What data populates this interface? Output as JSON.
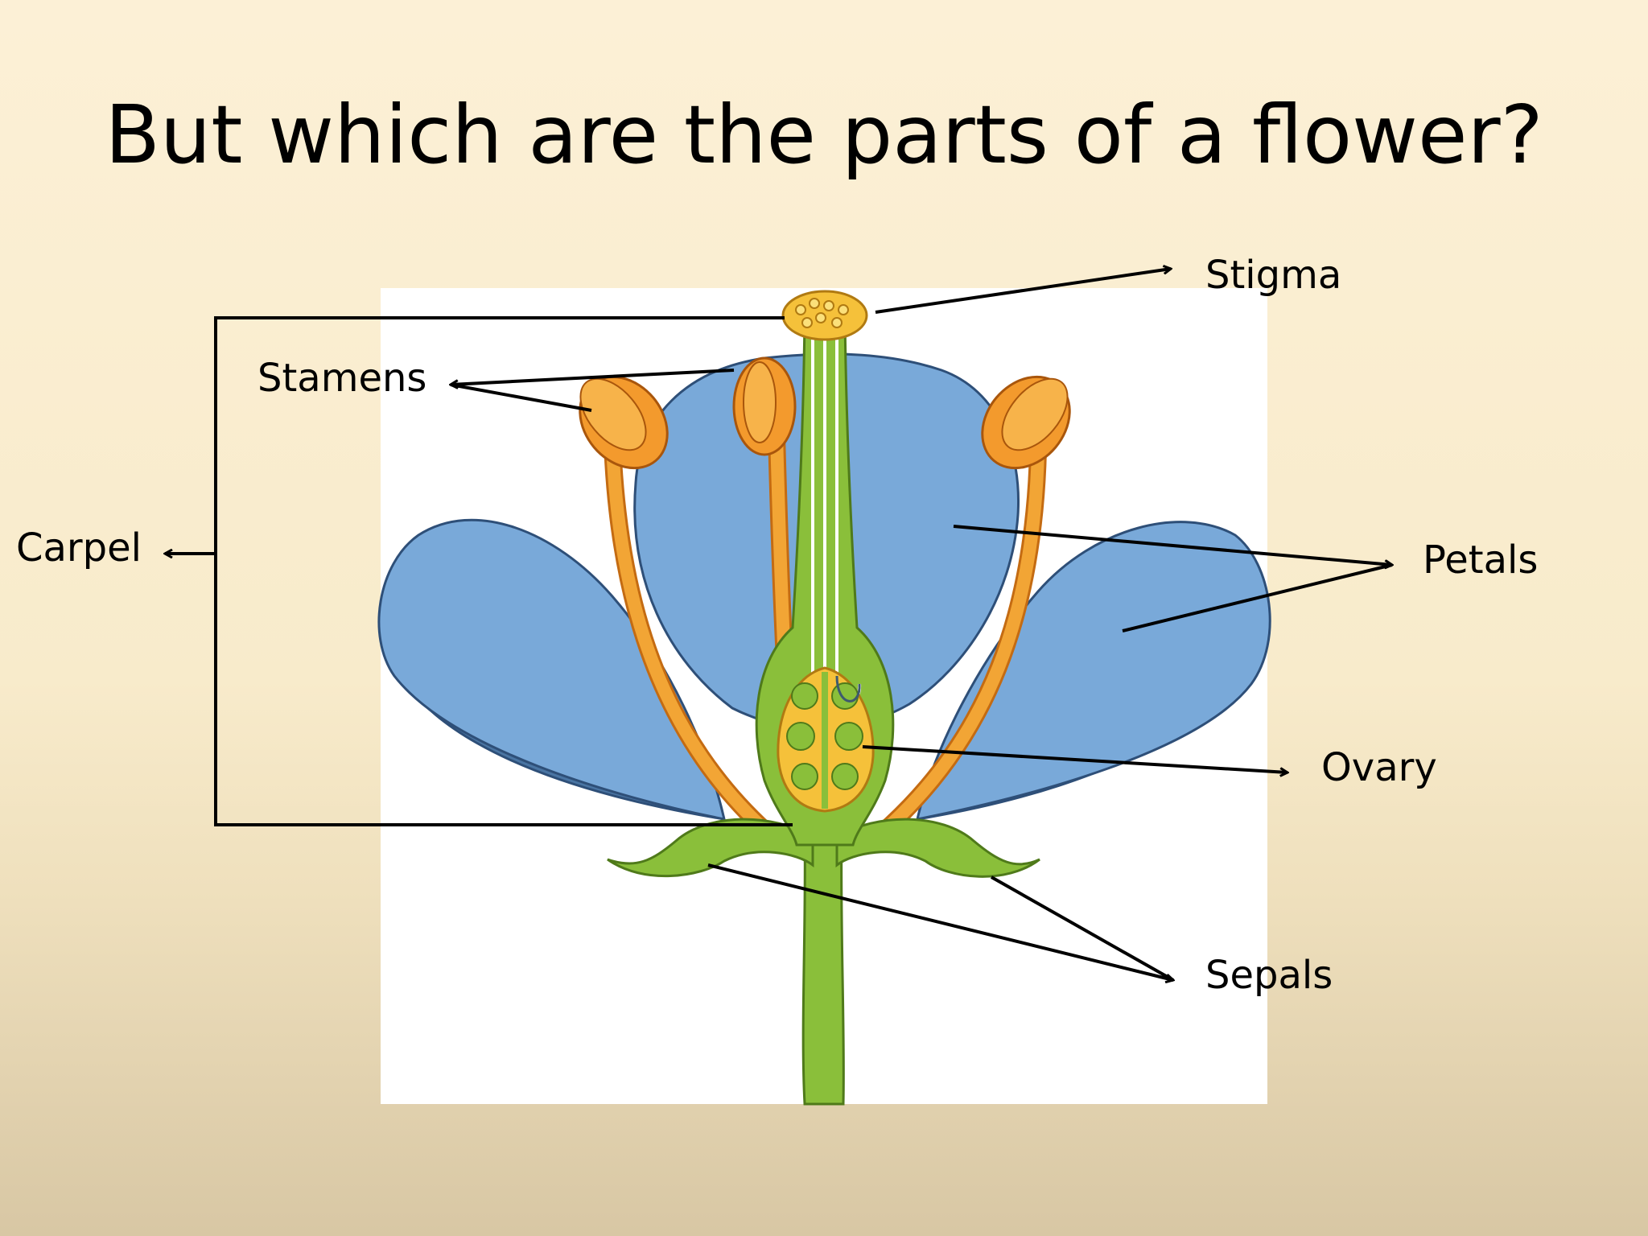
{
  "title": "But which are the parts of a flower?",
  "labels": {
    "stigma": "Stigma",
    "stamens": "Stamens",
    "carpel": "Carpel",
    "petals": "Petals",
    "ovary": "Ovary",
    "sepals": "Sepals"
  },
  "colors": {
    "petal": "#79a9d9",
    "petal_shadow": "#4a75a3",
    "stamen": "#f39a2d",
    "filament": "#f2a535",
    "stem": "#8abf3a",
    "ovary_fill": "#f5c13a"
  }
}
